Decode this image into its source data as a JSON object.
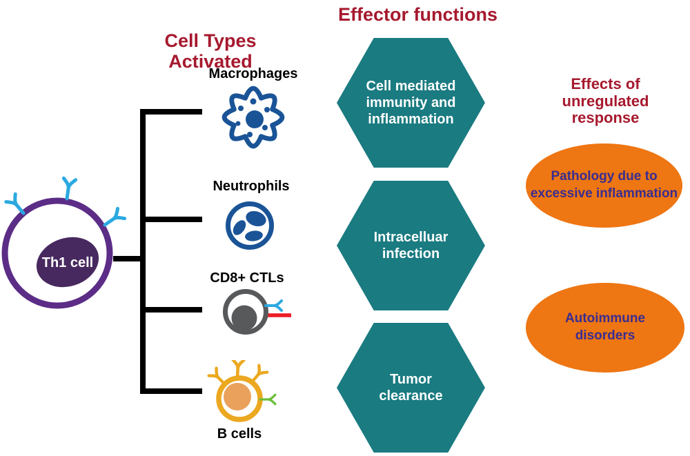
{
  "diagram": {
    "columns": {
      "cell_types_title": "Cell Types Activated",
      "effector_title": "Effector functions",
      "effects_title": "Effects of unregulated response"
    },
    "th1_cell": {
      "label": "Th1 cell",
      "icon": "th1-cell-icon"
    },
    "cell_types": [
      {
        "name": "Macrophages",
        "icon": "macrophage-icon"
      },
      {
        "name": "Neutrophils",
        "icon": "neutrophil-icon"
      },
      {
        "name": "CD8+ CTLs",
        "icon": "cytotoxic-t-cell-icon"
      },
      {
        "name": "B cells",
        "icon": "b-cell-icon"
      }
    ],
    "effector_functions": [
      "Cell mediated immunity and inflammation",
      "Intracelluar infection",
      "Tumor clearance"
    ],
    "unregulated_effects": [
      "Pathology due to excessive inflammation",
      "Autoimmune disorders"
    ],
    "colors": {
      "title_red": "#A6192E",
      "hex_teal": "#1A7B81",
      "hex_text": "#FFFFFF",
      "ellipse_orange": "#EE7613",
      "ellipse_text": "#3A2D90",
      "cell_blue": "#1A5497",
      "ctl_gray": "#58595B",
      "ctl_red_line": "#EC1C24",
      "b_cell_gold": "#EBA820",
      "b_cell_nucleus": "#E9A15C",
      "b_cell_green": "#6CBE3A",
      "th1_membrane": "#5C2D87",
      "th1_nucleus": "#48295F",
      "receptor_blue": "#2BA9E1",
      "bracket_black": "#000000",
      "label_black": "#000000"
    }
  }
}
